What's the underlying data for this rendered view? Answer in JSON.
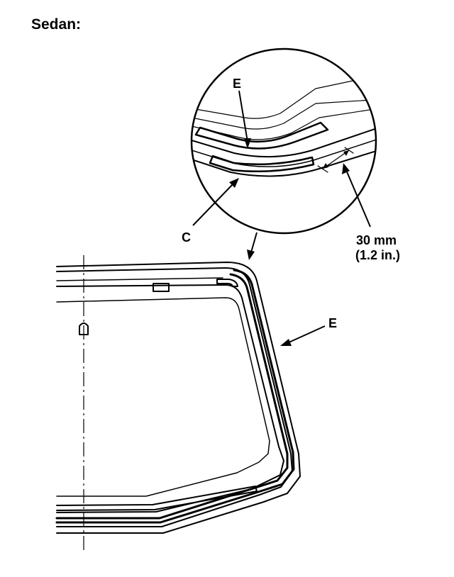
{
  "heading": "Sedan:",
  "labels": {
    "detail_molding": "E",
    "spacer": "C",
    "main_molding": "E",
    "dimension_mm": "30 mm",
    "dimension_in": "(1.2 in.)"
  },
  "colors": {
    "ink": "#000000",
    "background": "#ffffff"
  }
}
